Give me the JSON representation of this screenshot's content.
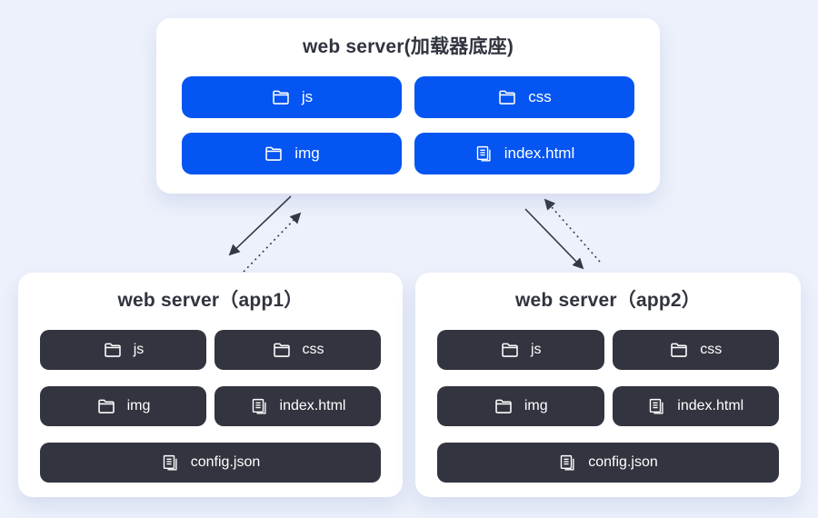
{
  "page": {
    "background_color": "#edf1fb",
    "accent_blue": "#0455f1",
    "dark_button_color": "#32343f",
    "title_text_color": "#31343f",
    "arrow_color": "#333845"
  },
  "top_server": {
    "title": "web server(加载器底座)",
    "items": [
      {
        "label": "js",
        "icon": "folder-icon"
      },
      {
        "label": "css",
        "icon": "folder-icon"
      },
      {
        "label": "img",
        "icon": "folder-icon"
      },
      {
        "label": "index.html",
        "icon": "document-icon"
      }
    ]
  },
  "app1": {
    "title": "web server（app1）",
    "items": [
      {
        "label": "js",
        "icon": "folder-icon"
      },
      {
        "label": "css",
        "icon": "folder-icon"
      },
      {
        "label": "img",
        "icon": "folder-icon"
      },
      {
        "label": "index.html",
        "icon": "document-icon"
      },
      {
        "label": "config.json",
        "icon": "document-icon"
      }
    ]
  },
  "app2": {
    "title": "web server（app2）",
    "items": [
      {
        "label": "js",
        "icon": "folder-icon"
      },
      {
        "label": "css",
        "icon": "folder-icon"
      },
      {
        "label": "img",
        "icon": "folder-icon"
      },
      {
        "label": "index.html",
        "icon": "document-icon"
      },
      {
        "label": "config.json",
        "icon": "document-icon"
      }
    ]
  },
  "arrows": [
    {
      "from": "loader",
      "to": "app1",
      "style": "solid"
    },
    {
      "from": "app1",
      "to": "loader",
      "style": "dashed"
    },
    {
      "from": "loader",
      "to": "app2",
      "style": "solid"
    },
    {
      "from": "app2",
      "to": "loader",
      "style": "dashed"
    }
  ]
}
